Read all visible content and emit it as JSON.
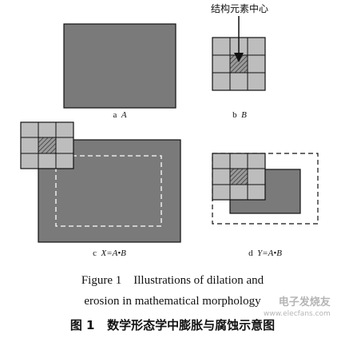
{
  "colors": {
    "fill_dark": "#7a7a7a",
    "cell_light": "#bdbdbd",
    "stroke": "#111111",
    "dashed": "#ffffff"
  },
  "panels": {
    "a": {
      "letter": "a",
      "var": "A"
    },
    "b": {
      "letter": "b",
      "var": "B",
      "annotation": "结构元素中心"
    },
    "c": {
      "letter": "c",
      "var": "X=A•B"
    },
    "d": {
      "letter": "d",
      "var": "Y=A•B"
    }
  },
  "caption": {
    "english_line1": "Figure 1    Illustrations of dilation and",
    "english_line2": "erosion in mathematical morphology",
    "chinese": "图 1   数学形态学中膨胀与腐蚀示意图"
  },
  "watermark": {
    "text": "电子发烧友",
    "url": "www.elecfans.com"
  }
}
